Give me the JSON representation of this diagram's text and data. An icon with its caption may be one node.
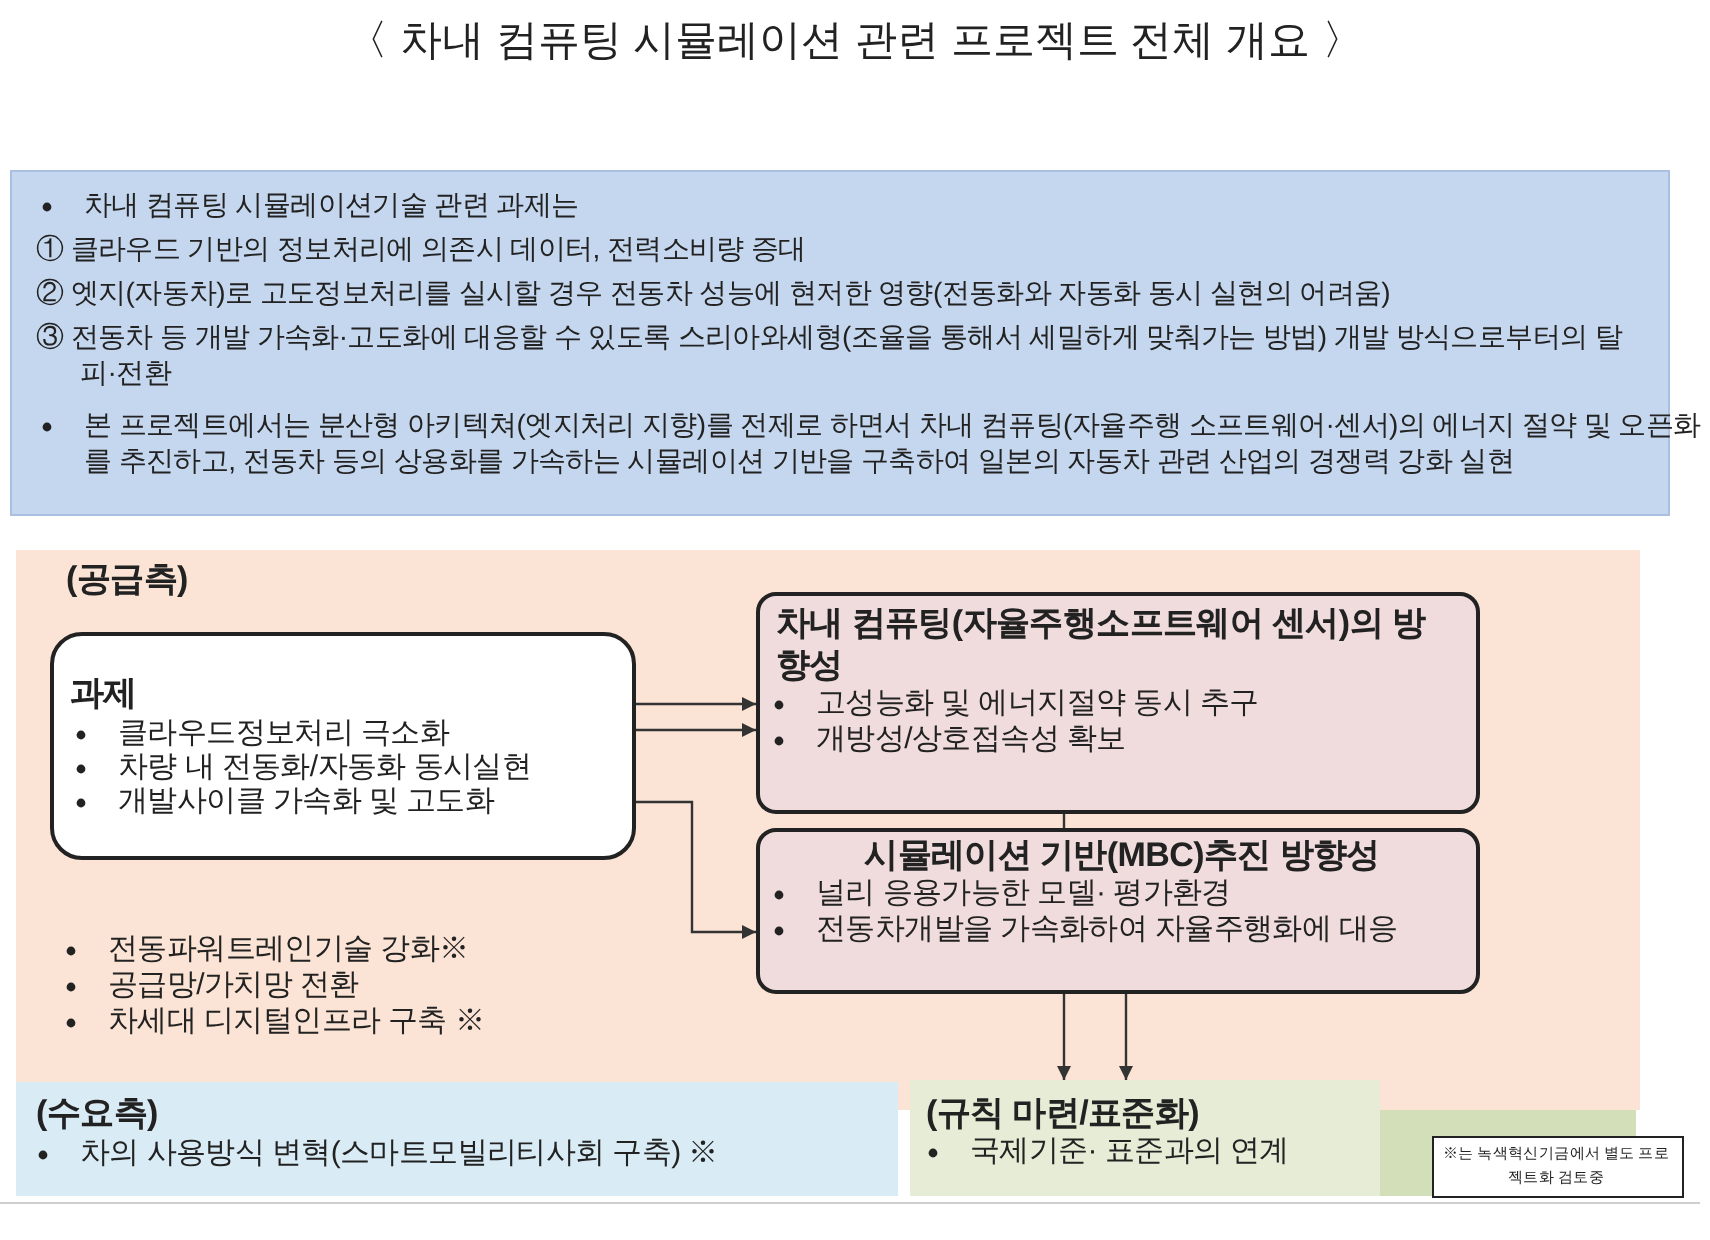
{
  "diagram": {
    "title": "〈 차내 컴퓨팅 시뮬레이션 관련 프로젝트 전체 개요 〉",
    "nodes": [
      {
        "text": [
          "차내 컴퓨팅 시뮬레이션기술 관련 과제는",
          "① 클라우드 기반의 정보처리에 의존시 데이터, 전력소비량 증대",
          "② 엣지(자동차)로 고도정보처리를 실시할 경우 전동차 성능에 현저한 영향(전동화와 자동화 동시 실현의 어려움)",
          "③ 전동차 등 개발 가속화·고도화에 대응할 수 있도록 스리아와세형(조율을 통해서 세밀하게 맞춰가는 방법) 개발 방식으로부터의 탈피·전환",
          "본 프로젝트에서는 분산형 아키텍쳐(엣지처리 지향)를 전제로 하면서 차내 컴퓨팅(자율주행 소프트웨어·센서)의 에너지 절약 및 오픈화를 추진하고, 전동차 등의 상용화를 가속하는 시뮬레이션 기반을 구축하여 일본의 자동차 관련 산업의 경쟁력 강화 실현"
        ]
      },
      {
        "text": [
          "(공급측)",
          "전동파워트레인기술 강화※",
          "공급망/가치망 전환",
          "차세대 디지털인프라 구축 ※"
        ]
      },
      {
        "text": [
          "과제",
          "클라우드정보처리 극소화",
          "차량 내 전동화/자동화 동시실현",
          "개발사이클 가속화 및 고도화"
        ],
        "in": 1
      },
      {
        "text": [
          "차내 컴퓨팅(자율주행소프트웨어 센서)의 방향성",
          "고성능화 및 에너지절약 동시 추구",
          "개방성/상호접속성 확보"
        ],
        "in": 1
      },
      {
        "text": [
          "시뮬레이션 기반(MBC)추진 방향성",
          "널리 응용가능한 모델· 평가환경",
          "전동차개발을 가속화하여 자율주행화에 대응"
        ],
        "in": 1
      },
      {
        "text": [
          "(수요측)",
          "차의 사용방식 변혁(스마트모빌리티사회 구축) ※"
        ]
      },
      {
        "text": [
          "(규칙 마련/표준화)",
          "국제기준· 표준과의 연계"
        ]
      },
      {
        "text": [
          "※는 녹색혁신기금에서 별도 프로젝트화 검토중"
        ]
      }
    ],
    "edges": [
      {
        "from": 2,
        "to": 3,
        "arrow": "to"
      },
      {
        "from": 2,
        "to": 3,
        "arrow": "to"
      },
      {
        "from": 2,
        "to": 4,
        "arrow": "to"
      },
      {
        "from": 3,
        "to": 4,
        "arrow": "none"
      },
      {
        "from": 4,
        "to": 6,
        "arrow": "to"
      },
      {
        "from": 4,
        "to": 6,
        "arrow": "to"
      }
    ]
  }
}
